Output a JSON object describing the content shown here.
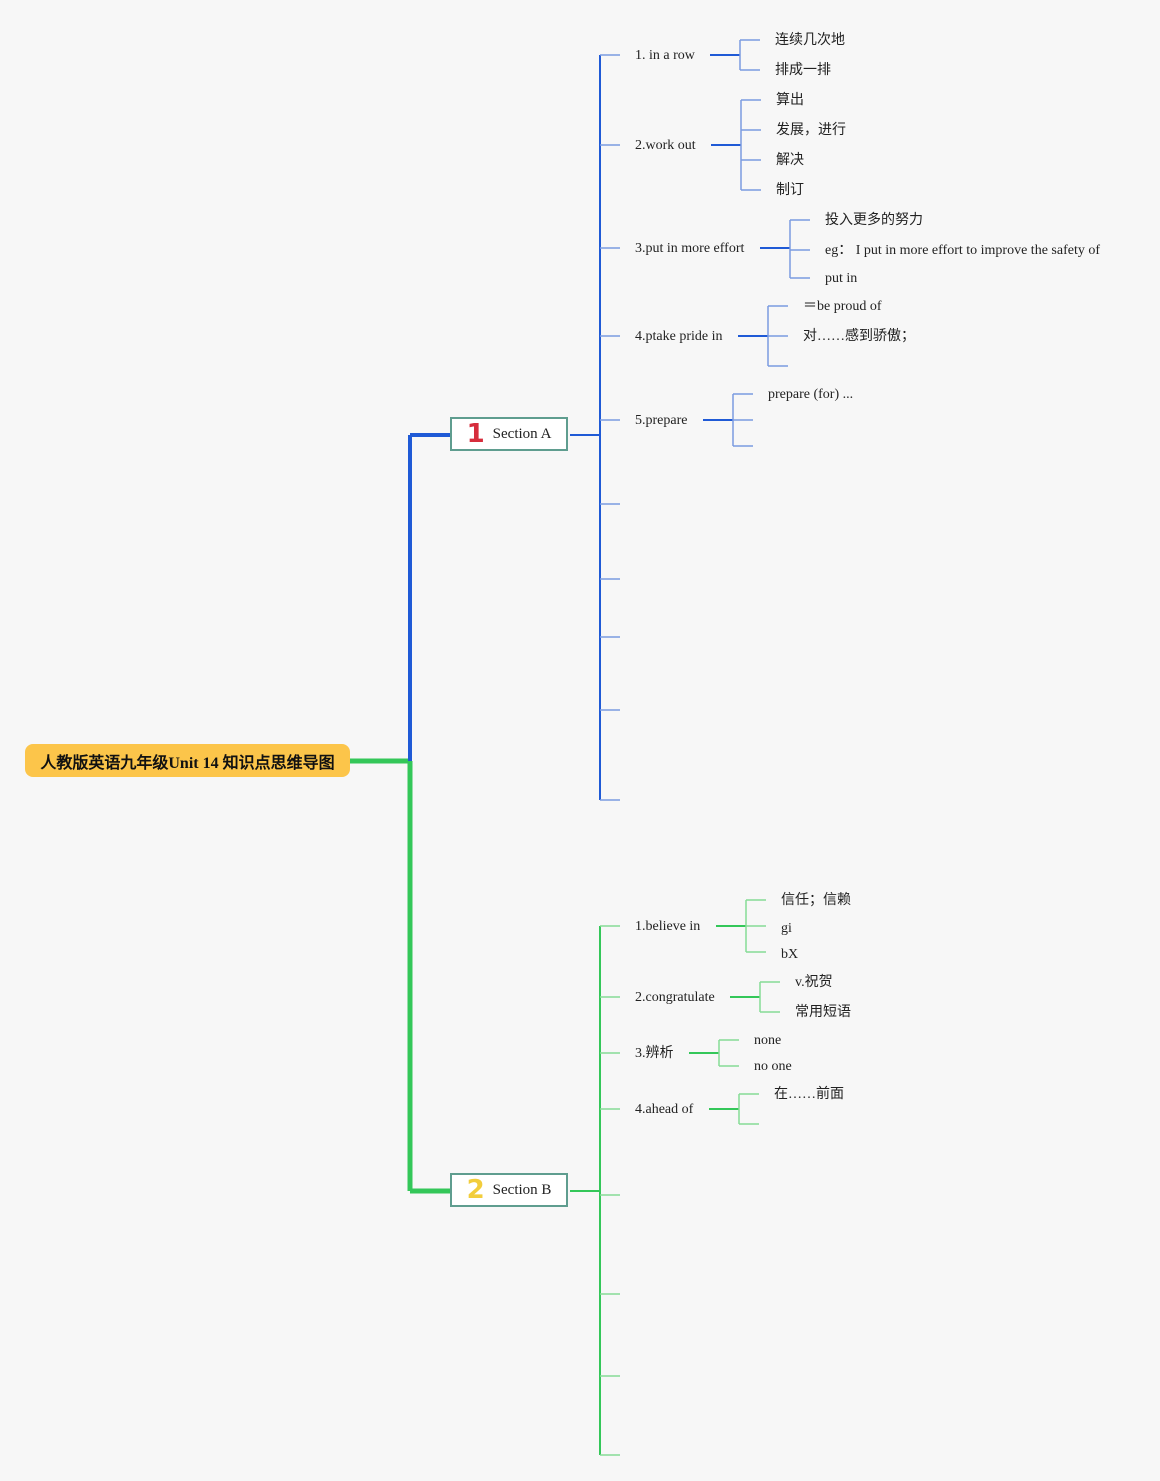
{
  "root": {
    "title": "人教版英语九年级Unit 14 知识点思维导图"
  },
  "colors": {
    "root_bg": "#fcc54a",
    "section_a": "#1f5ad6",
    "section_b": "#34c759"
  },
  "section_a": {
    "label": "Section A",
    "badge": "1",
    "items": [
      {
        "label": "1. in a row",
        "children": [
          "连续几次地",
          "排成一排"
        ]
      },
      {
        "label": "2.work out",
        "children": [
          "算出",
          "发展，进行",
          "解决",
          "制订"
        ]
      },
      {
        "label": "3.put in more effort",
        "children": [
          "投入更多的努力",
          "eg：  I put in more effort to improve the safety of",
          "put in"
        ]
      },
      {
        "label": "4.ptake pride in",
        "children": [
          "＝be proud of",
          "对……感到骄傲；"
        ]
      },
      {
        "label": "5.prepare",
        "children": [
          "prepare (for) ..."
        ]
      }
    ]
  },
  "section_b": {
    "label": "Section B",
    "badge": "2",
    "items": [
      {
        "label": "1.believe in",
        "children": [
          "信任；信赖",
          "gi",
          "bX"
        ]
      },
      {
        "label": "2.congratulate",
        "children": [
          "v.祝贺",
          "常用短语"
        ]
      },
      {
        "label": "3.辨析",
        "children": [
          "none",
          "no one"
        ]
      },
      {
        "label": "4.ahead of",
        "children": [
          "在……前面"
        ]
      }
    ]
  }
}
